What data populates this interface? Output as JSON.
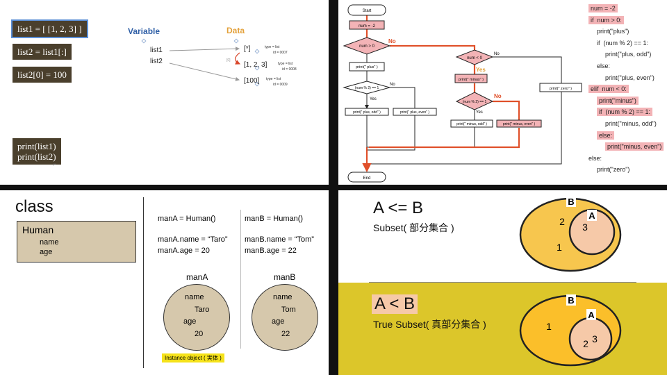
{
  "q1": {
    "boxes": [
      "list1 = [ [1, 2, 3] ]",
      "list2 = list1[:]",
      "list2[0] = 100",
      "print(list1)\nprint(list2)"
    ],
    "variable_heading": "Variable",
    "data_heading": "Data",
    "vars": [
      "list1",
      "list2"
    ],
    "objects": [
      {
        "value": "[*]",
        "type": "type = list",
        "id": "id = 0007"
      },
      {
        "value": "[1, 2, 3]",
        "type": "type = list",
        "id": "id = 0008"
      },
      {
        "value": "[100]",
        "type": "type = list",
        "id": "id = 0009"
      }
    ],
    "index_label": "[0]",
    "colors": {
      "box": "#4a3f2c",
      "variable": "#2f5fa6",
      "data": "#e3a13a",
      "arrow_red": "#d9472b"
    }
  },
  "q2": {
    "flow": {
      "start": "Start",
      "end": "End",
      "assign": "num = -2",
      "cond1": "num > 0",
      "cond2": "num < 0",
      "cond3": "(num % 2) == 1",
      "cond4": "(num % 2) == 1",
      "print_plus": "print(\" plus\" )",
      "print_plus_odd": "print(\" plus, odd\" )",
      "print_plus_even": "print(\" plus, even\" )",
      "print_minus": "print(\" minus\" )",
      "print_minus_odd": "print(\" minus, odd\" )",
      "print_minus_even": "print(\" minus, even\" )",
      "print_zero": "print(\" zero\" )",
      "no": "No",
      "yes": "Yes"
    },
    "code": [
      {
        "text": "num = -2",
        "indent": 0,
        "hl": true
      },
      {
        "text": "if  num > 0:",
        "indent": 0,
        "hl": true
      },
      {
        "text": "print(\"plus\")",
        "indent": 1,
        "hl": false
      },
      {
        "text": "if  (num % 2) == 1:",
        "indent": 1,
        "hl": false
      },
      {
        "text": "print(\"plus, odd\")",
        "indent": 2,
        "hl": false
      },
      {
        "text": "else:",
        "indent": 1,
        "hl": false
      },
      {
        "text": "print(\"plus, even\")",
        "indent": 2,
        "hl": false
      },
      {
        "text": "elif  num < 0:",
        "indent": 0,
        "hl": true
      },
      {
        "text": "print(\"minus\")",
        "indent": 1,
        "hl": true
      },
      {
        "text": "if  (num % 2) == 1:",
        "indent": 1,
        "hl": true
      },
      {
        "text": "print(\"minus, odd\")",
        "indent": 2,
        "hl": false
      },
      {
        "text": "else:",
        "indent": 1,
        "hl": true
      },
      {
        "text": "print(\"minus, even\")",
        "indent": 2,
        "hl": true
      },
      {
        "text": "else:",
        "indent": 0,
        "hl": false
      },
      {
        "text": "print(\"zero\")",
        "indent": 1,
        "hl": false
      }
    ],
    "colors": {
      "highlight": "#f3b3b6",
      "path": "#e0502a",
      "yes": "#e3a13a"
    }
  },
  "q3": {
    "title": "class",
    "class_name": "Human",
    "attrs": [
      "name",
      "age"
    ],
    "codeA": [
      "manA = Human()",
      "manA.name = “Taro”",
      "manA.age = 20"
    ],
    "codeB": [
      "manB = Human()",
      "manB.name = “Tom”",
      "manB.age = 22"
    ],
    "instA": {
      "label": "manA",
      "name_key": "name",
      "name_val": "Taro",
      "age_key": "age",
      "age_val": "20"
    },
    "instB": {
      "label": "manB",
      "name_key": "name",
      "name_val": "Tom",
      "age_key": "age",
      "age_val": "22"
    },
    "instance_label": "Instance object ( 実体 )",
    "colors": {
      "fill": "#d6c8ac",
      "label_bg": "#f5e21a"
    }
  },
  "q4": {
    "top": {
      "title": "A <= B",
      "subtitle": "Subset( 部分集合 )",
      "outer": "B",
      "inner": "A",
      "nums_outer": [
        "2",
        "1"
      ],
      "nums_inner": [
        "3"
      ]
    },
    "bottom": {
      "title": "A < B",
      "subtitle": "True Subset( 真部分集合 )",
      "outer": "B",
      "inner": "A",
      "nums_outer": [
        "1"
      ],
      "nums_inner": [
        "2",
        "3"
      ]
    },
    "colors": {
      "outer": "#f7c64e",
      "inner": "#f6c9a8",
      "bottom_bg": "#dcc62a",
      "title_hl": "#f6c9a8"
    }
  }
}
